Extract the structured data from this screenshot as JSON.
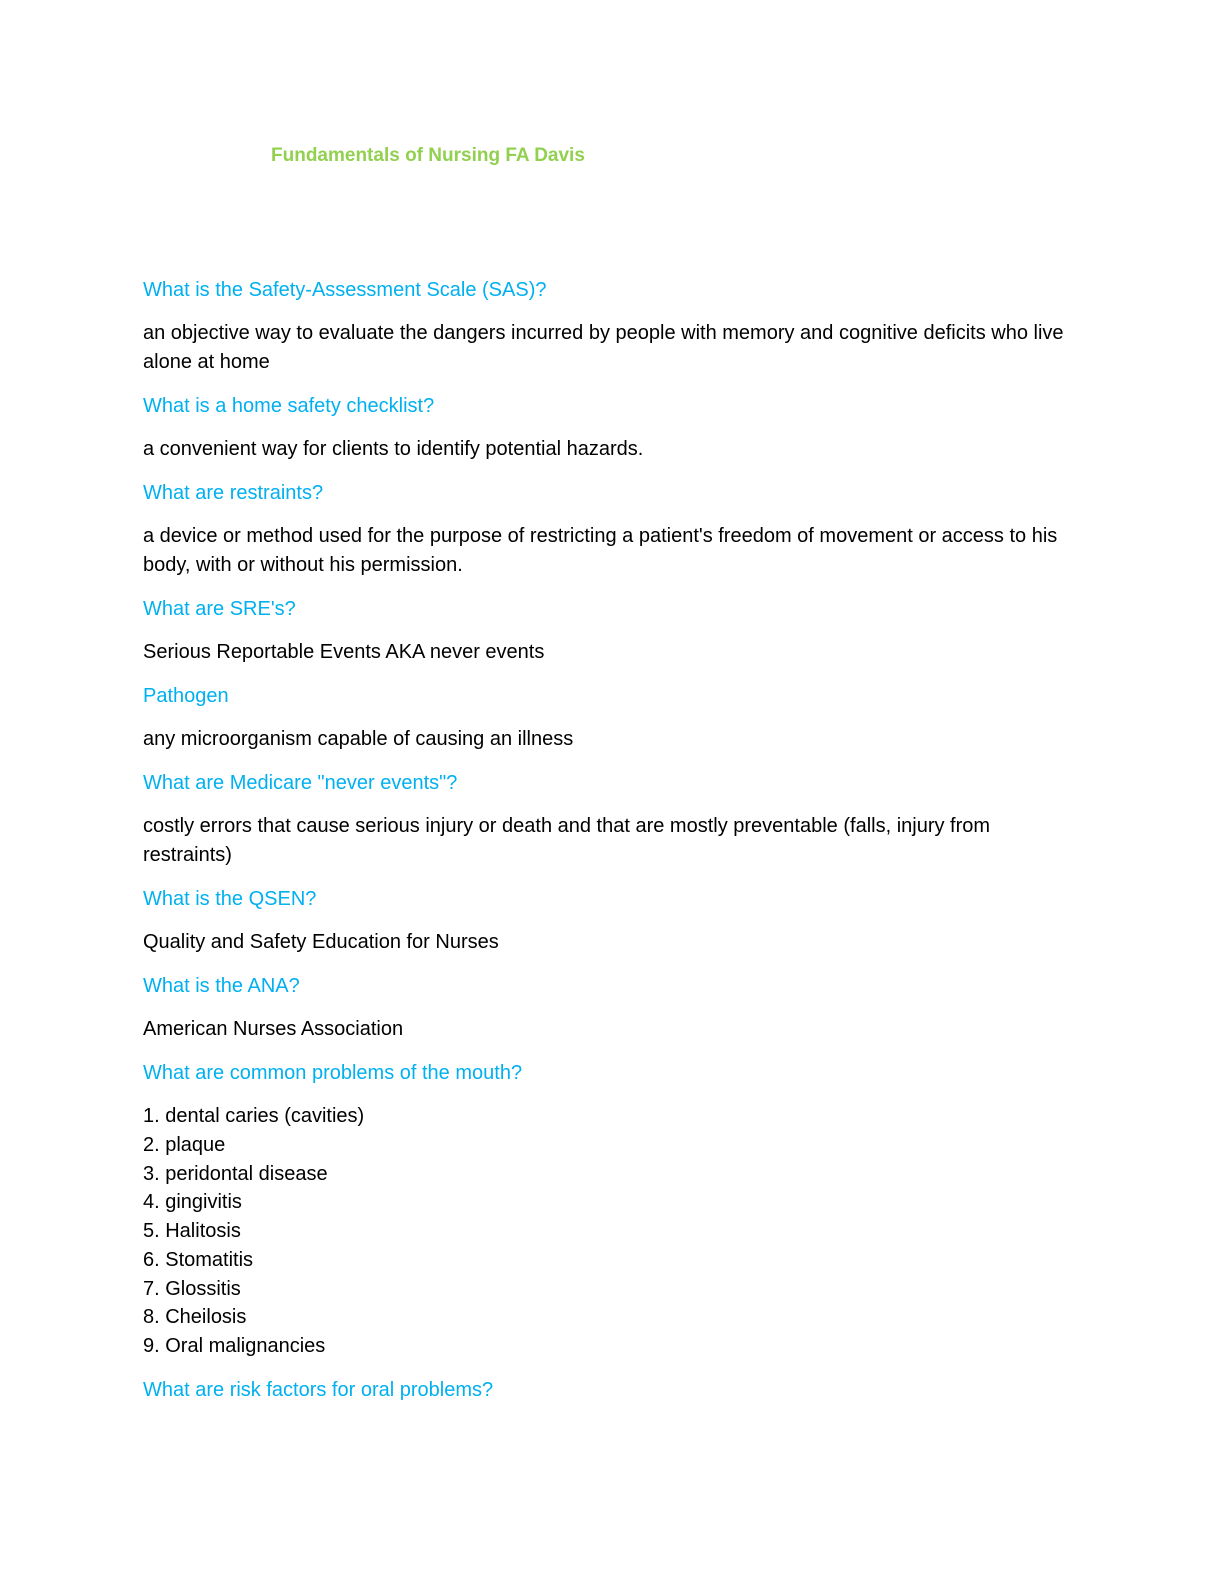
{
  "document": {
    "title": "Fundamentals of Nursing FA Davis"
  },
  "cards": [
    {
      "question": "What is the Safety-Assessment Scale (SAS)?",
      "answer": "an objective way to evaluate the dangers incurred by people with memory and cognitive deficits who live alone at home"
    },
    {
      "question": "What is a home safety checklist?",
      "answer": "a convenient way for clients to identify potential hazards."
    },
    {
      "question": "What are restraints?",
      "answer": "a device or method used for the purpose of restricting a patient's freedom of movement or access to his body, with or without his permission."
    },
    {
      "question": "What are SRE's?",
      "answer": "Serious Reportable Events AKA never events"
    },
    {
      "question": "Pathogen",
      "answer": "any microorganism capable of causing an illness"
    },
    {
      "question": "What are Medicare \"never events\"?",
      "answer": "costly errors that cause serious injury or death and that are mostly preventable (falls, injury from restraints)"
    },
    {
      "question": "What is the QSEN?",
      "answer": "Quality and Safety Education for Nurses"
    },
    {
      "question": "What is the ANA?",
      "answer": "American Nurses Association"
    }
  ],
  "mouth_card": {
    "question": "What are common problems of the mouth?",
    "items": [
      "1. dental caries (cavities)",
      "2. plaque",
      "3. peridontal disease",
      "4. gingivitis",
      "5. Halitosis",
      "6. Stomatitis",
      "7. Glossitis",
      "8. Cheilosis",
      "9. Oral malignancies"
    ]
  },
  "last_card": {
    "question": "What are risk factors for oral problems?"
  },
  "colors": {
    "title": "#92d050",
    "question": "#00b0f0",
    "answer": "#000000"
  }
}
